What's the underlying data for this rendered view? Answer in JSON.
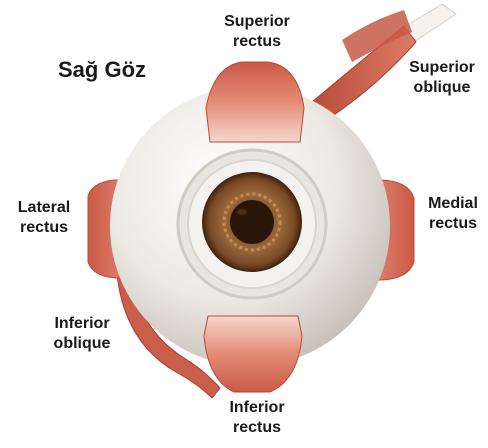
{
  "title": "Sağ Göz",
  "labels": {
    "superior_rectus": [
      "Superior",
      "rectus"
    ],
    "superior_oblique": [
      "Superior",
      "oblique"
    ],
    "lateral_rectus": [
      "Lateral",
      "rectus"
    ],
    "medial_rectus": [
      "Medial",
      "rectus"
    ],
    "inferior_oblique": [
      "Inferior",
      "oblique"
    ],
    "inferior_rectus": [
      "Inferior",
      "rectus"
    ]
  },
  "colors": {
    "muscle": "#d9735f",
    "muscle_dark": "#b94a39",
    "tendon": "#f3e7e1",
    "sclera": "#ece9e3",
    "cornea_ring": "#d7d7d0",
    "iris": "#8a5a33",
    "pupil": "#2b1408"
  }
}
